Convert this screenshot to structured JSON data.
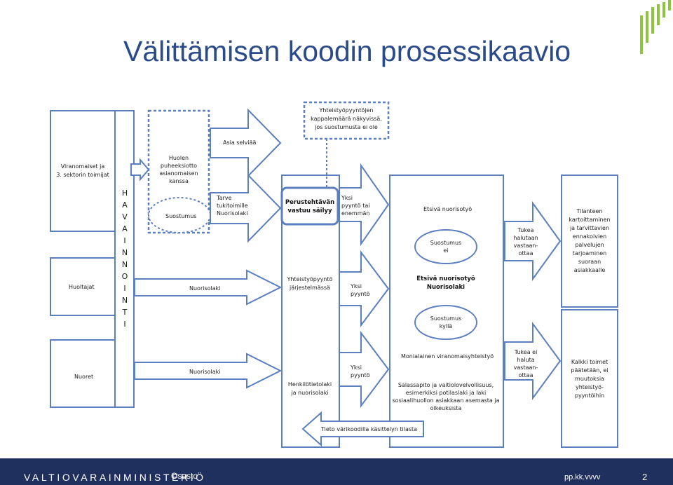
{
  "title": "Välittämisen koodin prosessikaavio",
  "footer": {
    "ministry": "VALTIOVARAINMINISTERIÖ",
    "department": "Osasto",
    "date": "pp.kk.vvvv",
    "page": "2"
  },
  "diagram": {
    "left_boxes": [
      "Viranomaiset ja\n3. sektorin toimijat",
      "Huoltajat",
      "Nuoret"
    ],
    "havainnointi": "HAVAINNOINTI",
    "huolen_box": "Huolen\npuheeksiotto\nasianomaisen\nkanssa",
    "suostumus_ellipse": "Suostumus",
    "asia_selviaa": "Asia selviää",
    "tarve_tukitoimille": "Tarve\ntukitoimille\nNuorisolaki",
    "nuorisolaki_1": "Nuorisolaki",
    "nuorisolaki_2": "Nuorisolaki",
    "yhteistyo_callout": "Yhteistyöpyyntöjen\nkappalemäärä näkyvissä,\njos suostumusta ei ole",
    "perustehtava": "Perustehtävän\nvastuu säilyy",
    "yhteistyopyynto_jarjestelmassa": "Yhteistyöpyyntö\njärjestelmässä",
    "henkilotietolaki": "Henkilötietolaki\nja nuorisolaki",
    "yksi_pyynto_enemman": "Yksi\npyyntö tai\nenemmän",
    "yksi_pyynto_1": "Yksi\npyyntö",
    "yksi_pyynto_2": "Yksi\npyyntö",
    "etsiva_nuorisotyo": "Etsivä nuorisotyö",
    "suostumus_ei": "Suostumus\nei",
    "etsiva_nuorisolaki": "Etsivä nuorisotyö\nNuorisolaki",
    "suostumus_kylla": "Suostumus\nkyllä",
    "monialainen": "Monialainen viranomaisyhteistyö",
    "salassapito": "Salassapito ja vaitiolovelvollisuus,\nesimerkiksi potilaslaki ja laki\nsosiaalihuollon asiakkaan asemasta ja\noikeuksista",
    "tieto_varikoodilla": "Tieto värikoodilla käsittelyn tilasta",
    "tukea_halutaan": "Tukea\nhalutaan\nvastaan-\nottaa",
    "tukea_ei_haluta": "Tukea ei\nhaluta\nvastaan-\nottaa",
    "tilanteen_kartoittaminen": "Tilanteen\nkartoittaminen\nja tarvittavien\nennakoivien\npalvelujen\ntarjoaminen\nsuoraan\nasiakkaalle",
    "kaikki_toimet": "Kalkki toimet\npäätetään, ei\nmuutoksia\nyhteistyö-\npyyntöihin"
  },
  "colors": {
    "title": "#2a4a8a",
    "box_border": "#5b7fbf",
    "footer_bg": "#1f2f5e",
    "logo_green": "#8cc63f"
  }
}
